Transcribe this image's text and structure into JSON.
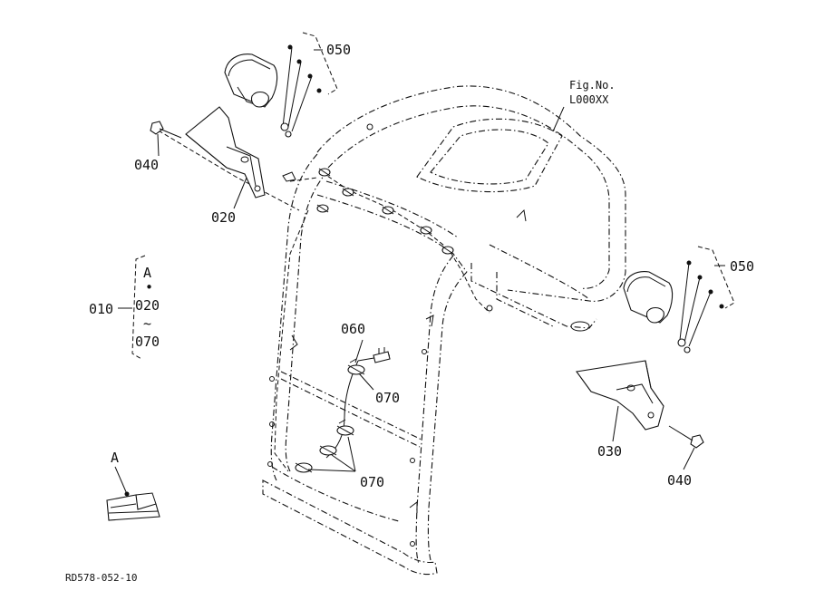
{
  "figure": {
    "fig_no_label": "Fig.No.",
    "fig_no_value": "L000XX",
    "drawing_code": "RD578-052-10"
  },
  "callouts": {
    "p050_top": "050",
    "p050_right": "050",
    "p040_left": "040",
    "p040_right": "040",
    "p020": "020",
    "p030": "030",
    "p060": "060",
    "p070_upper": "070",
    "p070_lower": "070",
    "p010": "010"
  },
  "set_group": {
    "letter": "A",
    "dot": "•",
    "from": "020",
    "range_symbol": "~",
    "to": "070"
  },
  "detail_view": {
    "letter": "A"
  }
}
